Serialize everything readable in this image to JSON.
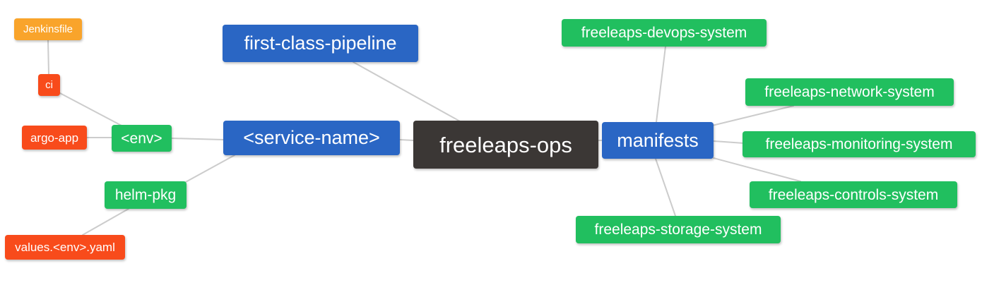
{
  "colors": {
    "orange": "#F9A42B",
    "red": "#F84B1B",
    "green": "#21BF5F",
    "blue": "#2A66C4",
    "dark": "#3B3735",
    "edge": "#CCCCCC",
    "text": "#FFFFFF",
    "background": "#FFFFFF"
  },
  "diagram": {
    "type": "mindmap",
    "root": "freeleaps-ops",
    "nodes": [
      {
        "id": "jenkinsfile",
        "label": "Jenkinsfile",
        "color": "orange"
      },
      {
        "id": "ci",
        "label": "ci",
        "color": "red"
      },
      {
        "id": "argo-app",
        "label": "argo-app",
        "color": "red"
      },
      {
        "id": "env",
        "label": "<env>",
        "color": "green"
      },
      {
        "id": "helm-pkg",
        "label": "helm-pkg",
        "color": "green"
      },
      {
        "id": "values-env-yaml",
        "label": "values.<env>.yaml",
        "color": "red"
      },
      {
        "id": "first-class-pipeline",
        "label": "first-class-pipeline",
        "color": "blue"
      },
      {
        "id": "service-name",
        "label": "<service-name>",
        "color": "blue"
      },
      {
        "id": "freeleaps-ops",
        "label": "freeleaps-ops",
        "color": "dark"
      },
      {
        "id": "manifests",
        "label": "manifests",
        "color": "blue"
      },
      {
        "id": "freeleaps-devops-system",
        "label": "freeleaps-devops-system",
        "color": "green"
      },
      {
        "id": "freeleaps-network-system",
        "label": "freeleaps-network-system",
        "color": "green"
      },
      {
        "id": "freeleaps-monitoring-system",
        "label": "freeleaps-monitoring-system",
        "color": "green"
      },
      {
        "id": "freeleaps-controls-system",
        "label": "freeleaps-controls-system",
        "color": "green"
      },
      {
        "id": "freeleaps-storage-system",
        "label": "freeleaps-storage-system",
        "color": "green"
      }
    ],
    "edges": [
      [
        "jenkinsfile",
        "ci"
      ],
      [
        "ci",
        "env"
      ],
      [
        "argo-app",
        "env"
      ],
      [
        "env",
        "service-name"
      ],
      [
        "service-name",
        "helm-pkg"
      ],
      [
        "helm-pkg",
        "values-env-yaml"
      ],
      [
        "first-class-pipeline",
        "freeleaps-ops"
      ],
      [
        "service-name",
        "freeleaps-ops"
      ],
      [
        "freeleaps-ops",
        "manifests"
      ],
      [
        "manifests",
        "freeleaps-devops-system"
      ],
      [
        "manifests",
        "freeleaps-network-system"
      ],
      [
        "manifests",
        "freeleaps-monitoring-system"
      ],
      [
        "manifests",
        "freeleaps-controls-system"
      ],
      [
        "manifests",
        "freeleaps-storage-system"
      ]
    ]
  }
}
